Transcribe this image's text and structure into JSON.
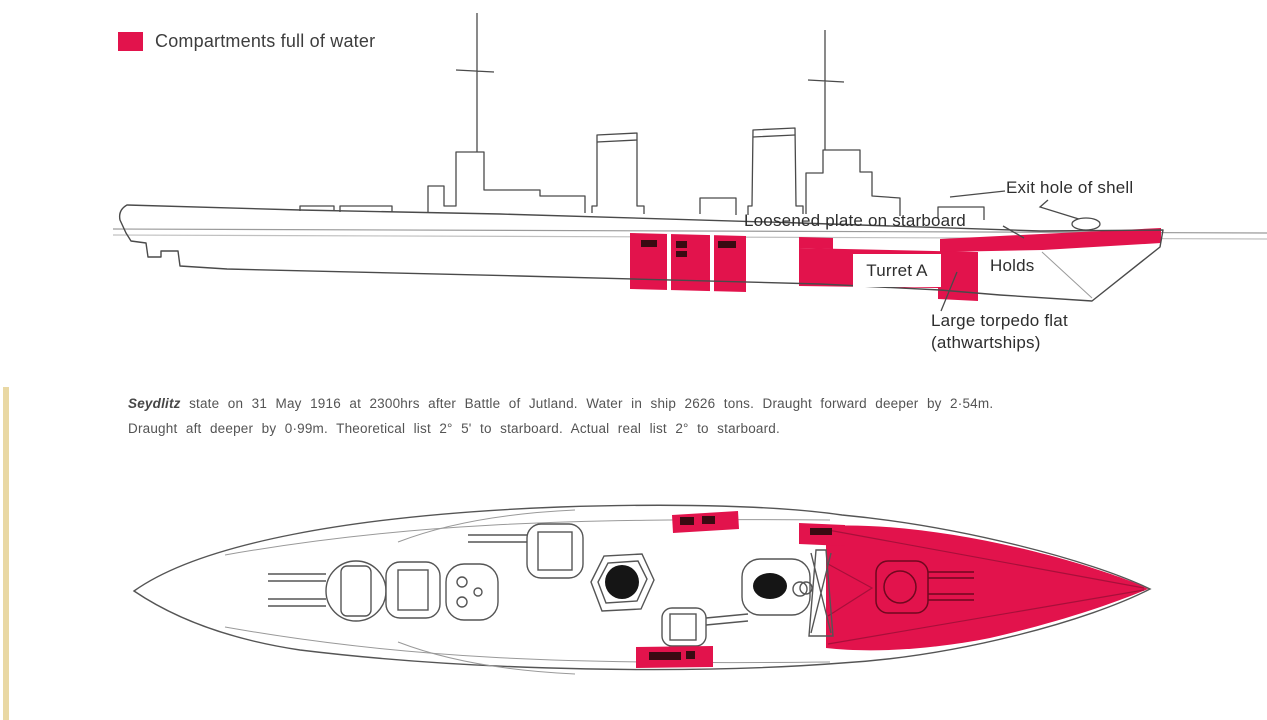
{
  "colors": {
    "flood_red": "#e2134c",
    "flood_red_dark": "#a80f3a",
    "line_gray": "#4a4a4a",
    "cream_strip": "#e9d8a4"
  },
  "legend": {
    "label": "Compartments full of water"
  },
  "side_view": {
    "labels": {
      "exit_hole": "Exit hole of shell",
      "loosened_plate": "Loosened plate on starboard",
      "turret_a": "Turret A",
      "holds": "Holds",
      "torpedo_flat_line1": "Large torpedo flat",
      "torpedo_flat_line2": "(athwartships)"
    }
  },
  "caption": {
    "ship_name": "Seydlitz",
    "line1_rest": " state on 31 May 1916 at 2300hrs after Battle of Jutland. Water in ship 2626 tons. Draught forward deeper by 2·54m.",
    "line2": "Draught aft deeper by 0·99m. Theoretical list 2° 5' to starboard. Actual real list 2° to starboard."
  }
}
